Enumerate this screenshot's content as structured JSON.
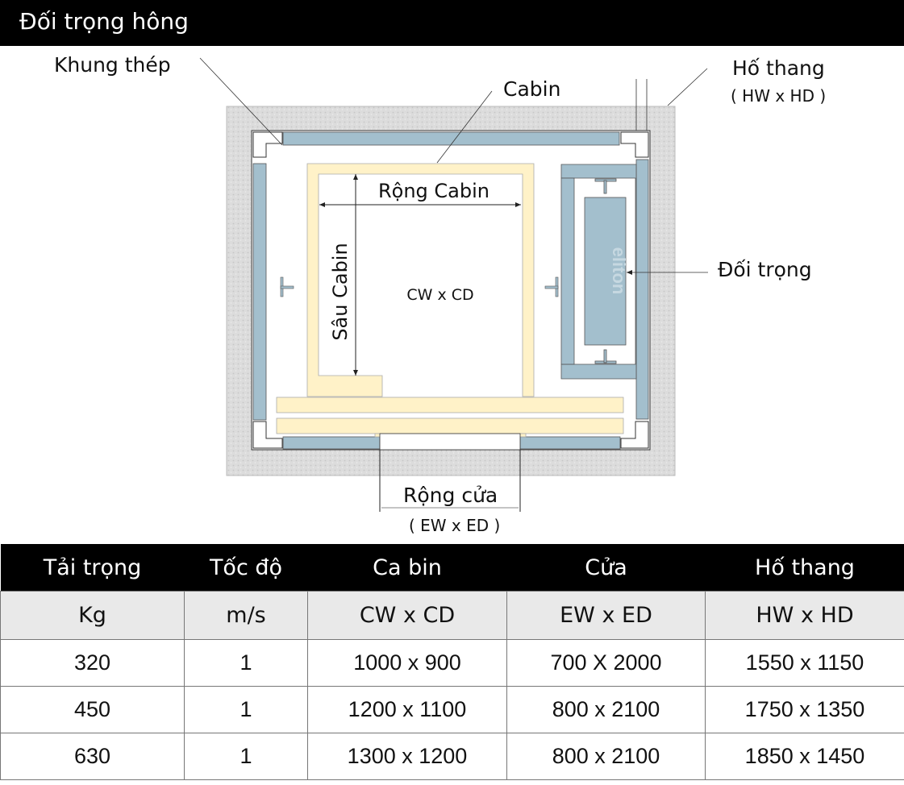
{
  "title": "Đối trọng hông",
  "diagram": {
    "labels": {
      "steel_frame": "Khung thép",
      "cabin": "Cabin",
      "shaft": "Hố thang",
      "shaft_dims": "( HW x HD )",
      "cabin_width": "Rộng Cabin",
      "cabin_depth": "Sâu Cabin",
      "cabin_dims": "CW x CD",
      "counterweight": "Đối trọng",
      "door_width": "Rộng cửa",
      "door_dims": "( EW x ED )",
      "brand": "eliton"
    },
    "colors": {
      "wall": "#d9d9d9",
      "rail": "#a3bfcd",
      "cabin": "#fff2c8",
      "outline": "#333333"
    }
  },
  "table": {
    "headers": [
      "Tải trọng",
      "Tốc độ",
      "Ca bin",
      "Cửa",
      "Hố thang"
    ],
    "units": [
      "Kg",
      "m/s",
      "CW x CD",
      "EW x ED",
      "HW x HD"
    ],
    "rows": [
      [
        "320",
        "1",
        "1000 x 900",
        "700 X 2000",
        "1550 x 1150"
      ],
      [
        "450",
        "1",
        "1200 x 1100",
        "800 x 2100",
        "1750 x 1350"
      ],
      [
        "630",
        "1",
        "1300 x 1200",
        "800 x 2100",
        "1850 x 1450"
      ]
    ]
  }
}
